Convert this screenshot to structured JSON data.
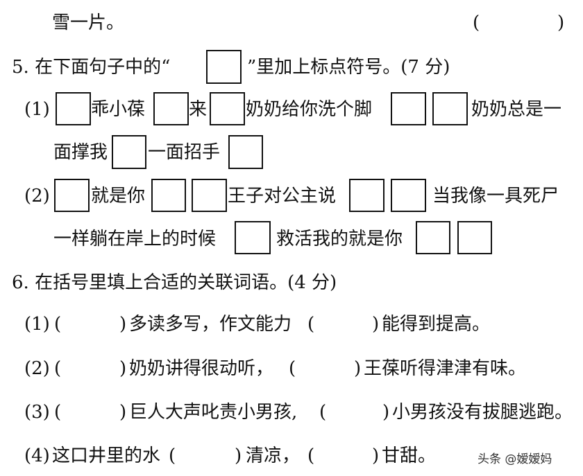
{
  "prev_item": {
    "text_tail": "雪一片。",
    "answer_paren_open": "(",
    "answer_paren_close": ")"
  },
  "q5": {
    "heading_pre": "5. 在下面句子中的“",
    "heading_post": "”里加上标点符号。(7 分)",
    "item1": {
      "label": "(1)",
      "seg1": "乖小葆",
      "seg2": "来",
      "seg3": "奶奶给你洗个脚",
      "seg4": "奶奶总是一",
      "line2_seg1": "面撑我",
      "line2_seg2": "一面招手"
    },
    "item2": {
      "label": "(2)",
      "seg1": "就是你",
      "seg2": "王子对公主说",
      "seg3": "当我像一具死尸",
      "line2_seg1": "一样躺在岸上的时候",
      "line2_seg2": "救活我的就是你"
    }
  },
  "q6": {
    "heading": "6. 在括号里填上合适的关联词语。(4 分)",
    "items": [
      {
        "label": "(1)",
        "open1": "(",
        "close1": ")",
        "mid": "多读多写，作文能力",
        "open2": "(",
        "close2": ")",
        "end": "能得到提高。"
      },
      {
        "label": "(2)",
        "open1": "(",
        "close1": ")",
        "mid": "奶奶讲得很动听，",
        "open2": "(",
        "close2": ")",
        "end": "王葆听得津津有味。"
      },
      {
        "label": "(3)",
        "open1": "(",
        "close1": ")",
        "mid": "巨人大声叱责小男孩,",
        "open2": "(",
        "close2": ")",
        "end": "小男孩没有拔腿逃跑。"
      },
      {
        "label": "(4)",
        "pre": "这口井里的水",
        "open1": "(",
        "close1": ")",
        "mid": "清凉，",
        "open2": "(",
        "close2": ")",
        "end": "甘甜。"
      }
    ]
  },
  "watermark": {
    "text": "头条 @嫒嫒妈"
  }
}
